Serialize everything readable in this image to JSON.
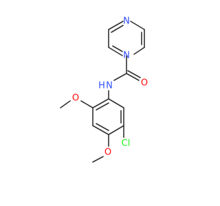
{
  "molecule": {
    "atoms": {
      "n_pz1": {
        "label": "N",
        "color": "#3050F8"
      },
      "n_pz4": {
        "label": "N",
        "color": "#3050F8"
      },
      "nh": {
        "label": "H",
        "color": "#3050F8"
      },
      "n_amide": {
        "label": "N",
        "color": "#3050F8"
      },
      "o_carbonyl": {
        "label": "O",
        "color": "#FF0D0D"
      },
      "o_ome1": {
        "label": "O",
        "color": "#FF0D0D"
      },
      "cl": {
        "label": "Cl",
        "color": "#1FF01F"
      },
      "o_ome2": {
        "label": "O",
        "color": "#FF0D0D"
      }
    },
    "bond_color": "#303030",
    "background": "#ffffff"
  }
}
